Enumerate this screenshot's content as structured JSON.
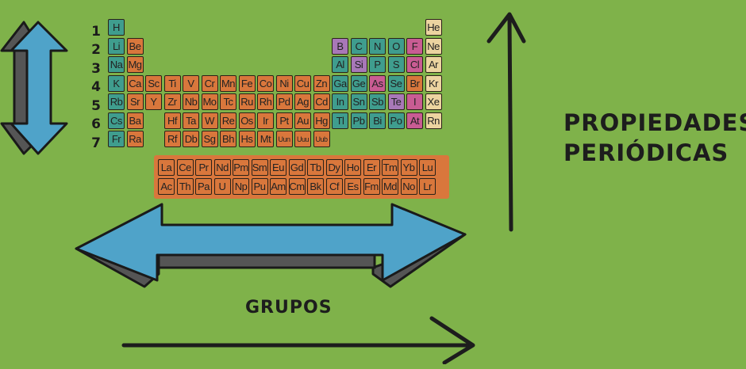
{
  "title_properties": [
    "PROPIEDADES",
    "PERIÓDICAS"
  ],
  "title_groups": "GRUPOS",
  "period_numbers": [
    "1",
    "2",
    "3",
    "4",
    "5",
    "6",
    "7"
  ],
  "table_rows": [
    [
      {
        "s": "H",
        "c": "teal",
        "col": 1
      },
      {
        "s": "He",
        "c": "cream",
        "col": 18
      }
    ],
    [
      {
        "s": "Li",
        "c": "teal",
        "col": 1
      },
      {
        "s": "Be",
        "c": "orange",
        "col": 2
      },
      {
        "s": "B",
        "c": "purple",
        "col": 13
      },
      {
        "s": "C",
        "c": "teal",
        "col": 14
      },
      {
        "s": "N",
        "c": "teal",
        "col": 15
      },
      {
        "s": "O",
        "c": "teal",
        "col": 16
      },
      {
        "s": "F",
        "c": "pink",
        "col": 17
      },
      {
        "s": "Ne",
        "c": "cream",
        "col": 18
      }
    ],
    [
      {
        "s": "Na",
        "c": "teal",
        "col": 1
      },
      {
        "s": "Mg",
        "c": "orange",
        "col": 2
      },
      {
        "s": "Al",
        "c": "teal",
        "col": 13
      },
      {
        "s": "Si",
        "c": "purple",
        "col": 14
      },
      {
        "s": "P",
        "c": "teal",
        "col": 15
      },
      {
        "s": "S",
        "c": "teal",
        "col": 16
      },
      {
        "s": "Cl",
        "c": "pink",
        "col": 17
      },
      {
        "s": "Ar",
        "c": "cream",
        "col": 18
      }
    ],
    [
      {
        "s": "K",
        "c": "teal",
        "col": 1
      },
      {
        "s": "Ca",
        "c": "orange",
        "col": 2
      },
      {
        "s": "Sc",
        "c": "orange",
        "col": 3
      },
      {
        "s": "Ti",
        "c": "orange",
        "col": 4
      },
      {
        "s": "V",
        "c": "orange",
        "col": 5
      },
      {
        "s": "Cr",
        "c": "orange",
        "col": 6
      },
      {
        "s": "Mn",
        "c": "orange",
        "col": 7
      },
      {
        "s": "Fe",
        "c": "orange",
        "col": 8
      },
      {
        "s": "Co",
        "c": "orange",
        "col": 9
      },
      {
        "s": "Ni",
        "c": "orange",
        "col": 10
      },
      {
        "s": "Cu",
        "c": "orange",
        "col": 11
      },
      {
        "s": "Zn",
        "c": "orange",
        "col": 12
      },
      {
        "s": "Ga",
        "c": "teal",
        "col": 13
      },
      {
        "s": "Ge",
        "c": "teal",
        "col": 14
      },
      {
        "s": "As",
        "c": "pink",
        "col": 15
      },
      {
        "s": "Se",
        "c": "teal",
        "col": 16
      },
      {
        "s": "Br",
        "c": "orange",
        "col": 17
      },
      {
        "s": "Kr",
        "c": "cream",
        "col": 18
      }
    ],
    [
      {
        "s": "Rb",
        "c": "teal",
        "col": 1
      },
      {
        "s": "Sr",
        "c": "orange",
        "col": 2
      },
      {
        "s": "Y",
        "c": "orange",
        "col": 3
      },
      {
        "s": "Zr",
        "c": "orange",
        "col": 4
      },
      {
        "s": "Nb",
        "c": "orange",
        "col": 5
      },
      {
        "s": "Mo",
        "c": "orange",
        "col": 6
      },
      {
        "s": "Tc",
        "c": "orange",
        "col": 7
      },
      {
        "s": "Ru",
        "c": "orange",
        "col": 8
      },
      {
        "s": "Rh",
        "c": "orange",
        "col": 9
      },
      {
        "s": "Pd",
        "c": "orange",
        "col": 10
      },
      {
        "s": "Ag",
        "c": "orange",
        "col": 11
      },
      {
        "s": "Cd",
        "c": "orange",
        "col": 12
      },
      {
        "s": "In",
        "c": "teal",
        "col": 13
      },
      {
        "s": "Sn",
        "c": "teal",
        "col": 14
      },
      {
        "s": "Sb",
        "c": "teal",
        "col": 15
      },
      {
        "s": "Te",
        "c": "purple",
        "col": 16
      },
      {
        "s": "I",
        "c": "pink",
        "col": 17
      },
      {
        "s": "Xe",
        "c": "cream",
        "col": 18
      }
    ],
    [
      {
        "s": "Cs",
        "c": "teal",
        "col": 1
      },
      {
        "s": "Ba",
        "c": "orange",
        "col": 2
      },
      {
        "s": "Hf",
        "c": "orange",
        "col": 4
      },
      {
        "s": "Ta",
        "c": "orange",
        "col": 5
      },
      {
        "s": "W",
        "c": "orange",
        "col": 6
      },
      {
        "s": "Re",
        "c": "orange",
        "col": 7
      },
      {
        "s": "Os",
        "c": "orange",
        "col": 8
      },
      {
        "s": "Ir",
        "c": "orange",
        "col": 9
      },
      {
        "s": "Pt",
        "c": "orange",
        "col": 10
      },
      {
        "s": "Au",
        "c": "orange",
        "col": 11
      },
      {
        "s": "Hg",
        "c": "orange",
        "col": 12
      },
      {
        "s": "Tl",
        "c": "teal",
        "col": 13
      },
      {
        "s": "Pb",
        "c": "teal",
        "col": 14
      },
      {
        "s": "Bi",
        "c": "teal",
        "col": 15
      },
      {
        "s": "Po",
        "c": "teal",
        "col": 16
      },
      {
        "s": "At",
        "c": "pink",
        "col": 17
      },
      {
        "s": "Rn",
        "c": "cream",
        "col": 18
      }
    ],
    [
      {
        "s": "Fr",
        "c": "teal",
        "col": 1
      },
      {
        "s": "Ra",
        "c": "orange",
        "col": 2
      },
      {
        "s": "Rf",
        "c": "orange",
        "col": 4
      },
      {
        "s": "Db",
        "c": "orange",
        "col": 5
      },
      {
        "s": "Sg",
        "c": "orange",
        "col": 6
      },
      {
        "s": "Bh",
        "c": "orange",
        "col": 7
      },
      {
        "s": "Hs",
        "c": "orange",
        "col": 8
      },
      {
        "s": "Mt",
        "c": "orange",
        "col": 9
      },
      {
        "s": "Uun",
        "c": "orange",
        "col": 10
      },
      {
        "s": "Uuu",
        "c": "orange",
        "col": 11
      },
      {
        "s": "Uub",
        "c": "orange",
        "col": 12
      }
    ]
  ],
  "lanthanides": [
    "La",
    "Ce",
    "Pr",
    "Nd",
    "Pm",
    "Sm",
    "Eu",
    "Gd",
    "Tb",
    "Dy",
    "Ho",
    "Er",
    "Tm",
    "Yb",
    "Lu"
  ],
  "actinides": [
    "Ac",
    "Th",
    "Pa",
    "U",
    "Np",
    "Pu",
    "Am",
    "Cm",
    "Bk",
    "Cf",
    "Es",
    "Fm",
    "Md",
    "No",
    "Lr"
  ],
  "colors": {
    "background": "#7fb24a",
    "teal": "#3f9d8e",
    "orange": "#d9773c",
    "pink": "#c95c93",
    "purple": "#a878b8",
    "cream": "#ecd4a0",
    "arrow_blue": "#4fa3c9",
    "arrow_gray": "#555555",
    "ink": "#1d1d1d"
  }
}
